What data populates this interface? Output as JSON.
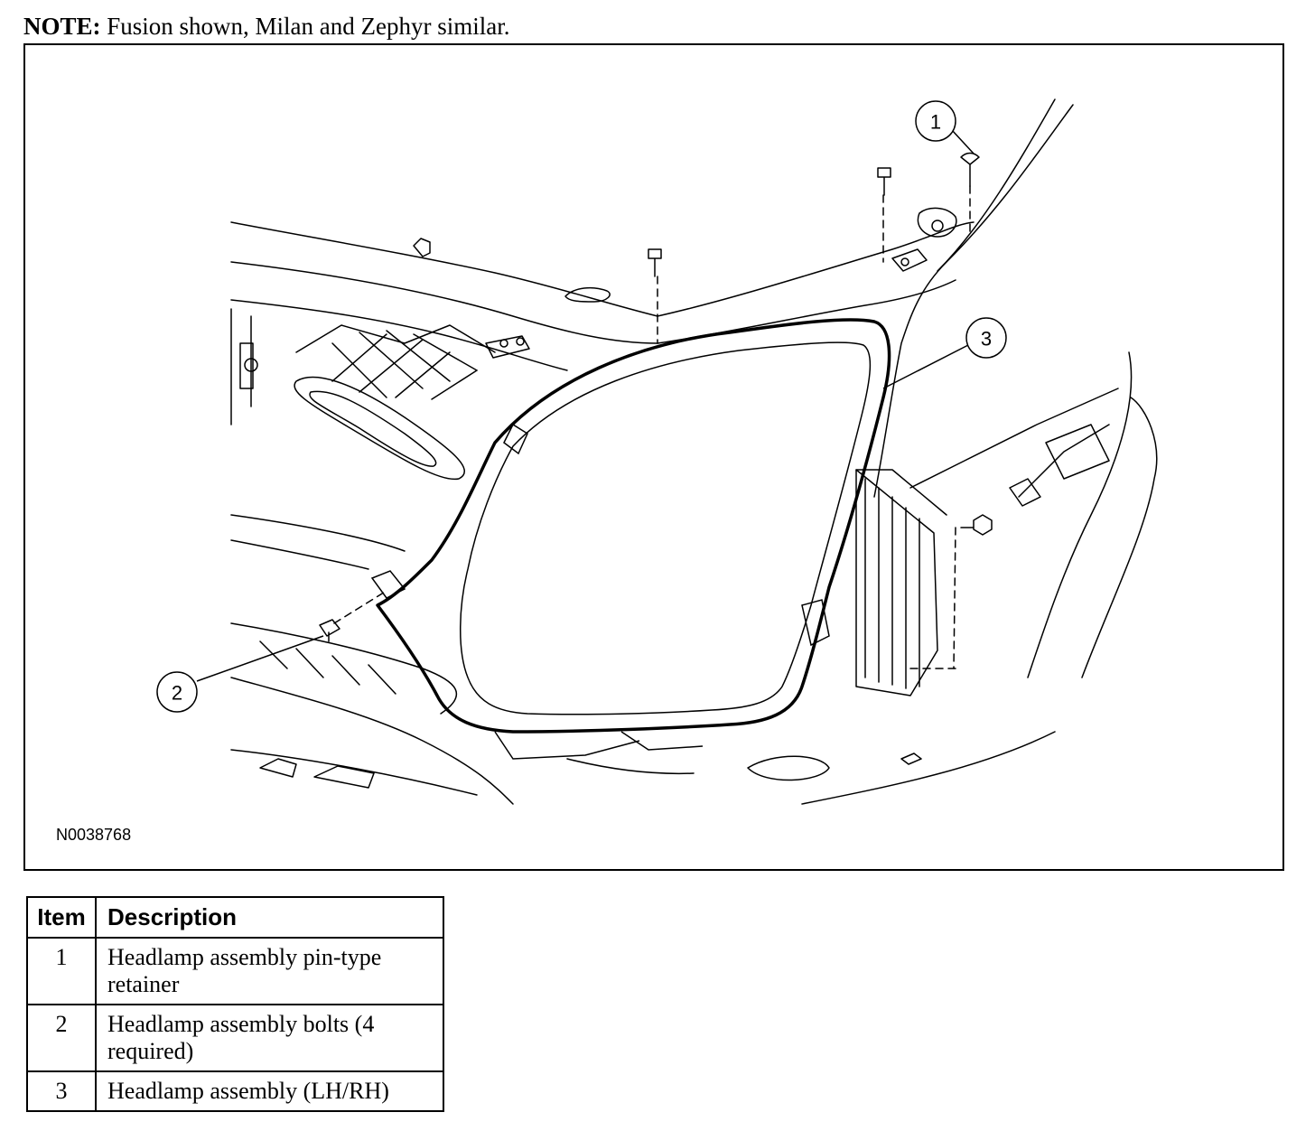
{
  "note": {
    "label": "NOTE:",
    "text": "Fusion shown, Milan and Zephyr similar."
  },
  "figure": {
    "id": "N0038768",
    "callouts": [
      "1",
      "2",
      "3"
    ]
  },
  "legend": {
    "headers": {
      "item": "Item",
      "description": "Description"
    },
    "rows": [
      {
        "item": "1",
        "description": "Headlamp assembly pin-type retainer"
      },
      {
        "item": "2",
        "description": "Headlamp assembly bolts (4 required)"
      },
      {
        "item": "3",
        "description": "Headlamp assembly (LH/RH)"
      }
    ]
  }
}
